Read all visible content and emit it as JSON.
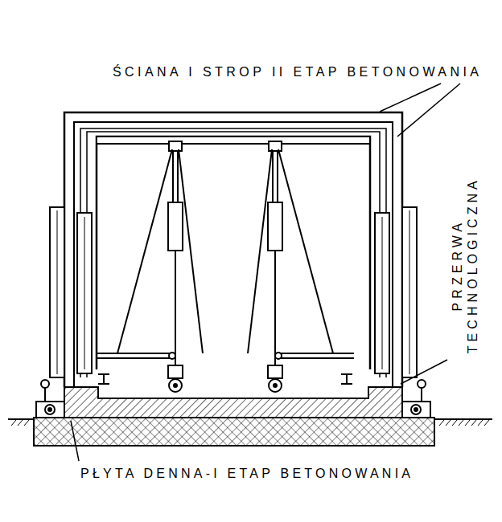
{
  "diagram": {
    "labels": [
      "ŚCIANA I STROP II ETAP BETONOWANIA",
      "PRZERWA TECHNOLOGICZNA",
      "PŁYTA DENNA-I ETAP BETONOWANIA"
    ]
  }
}
